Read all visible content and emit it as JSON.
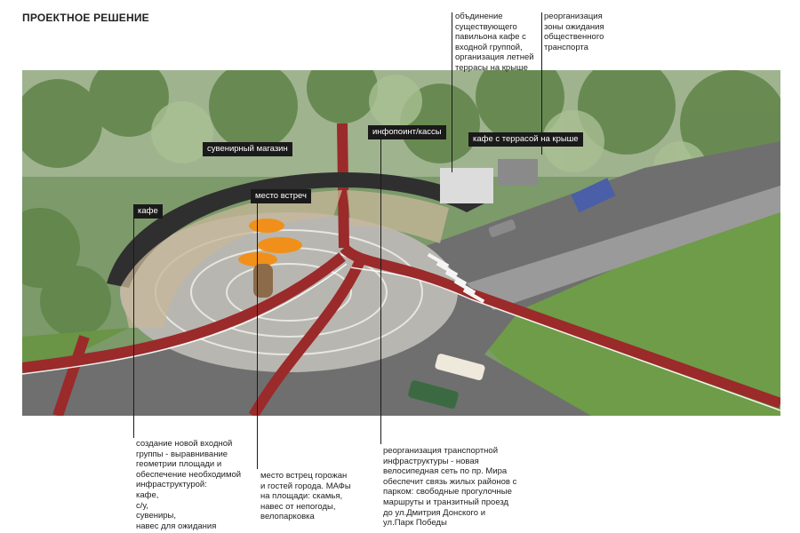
{
  "title": "ПРОЕКТНОЕ РЕШЕНИЕ",
  "labels": {
    "cafe": "кафе",
    "souvenir": "сувенирный магазин",
    "meeting": "место встреч",
    "infopoint": "инфопоинт/кассы",
    "terrace_cafe": "кафе с террасой на крыше"
  },
  "callouts": {
    "top_pavilion": "объдинение\nсуществующего\nпавильона кафе с\nвходной группой,\nорганизация летней\nтеррасы на крыше",
    "top_transport": "реорганизация\nзоны ожидания\nобщественного\nтранспорта",
    "bottom_entrance": "создание новой входной\nгруппы - выравнивание\nгеометрии площади и\nобеспечение необходимой\nинфраструктурой:\nкафе,\nс/у,\nсувениры,\nнавес для ожидания",
    "bottom_meeting": "место встрец горожан\nи гостей города. МАФы\nна площади: скамья,\nнавес от непогоды,\nвелопарковка",
    "bottom_transport": "реорганизация транспортной\nинфраструктуры - новая\nвелосипедная сеть по пр. Мира\nобеспечит связь жилых районов с\nпарком: свободные прогулочные\nмаршруты и транзитный проезд\nдо ул.Дмитрия Донского и\nул.Парк Победы"
  },
  "colors": {
    "bike_lane": "#9b2a2a",
    "road": "#6f6f6f",
    "plaza": "#b8b6b0",
    "grass": "#6f9a4a",
    "canopy": "#2f2f2f",
    "umbrella": "#f0901a",
    "tag_bg": "#1a1a1a"
  }
}
